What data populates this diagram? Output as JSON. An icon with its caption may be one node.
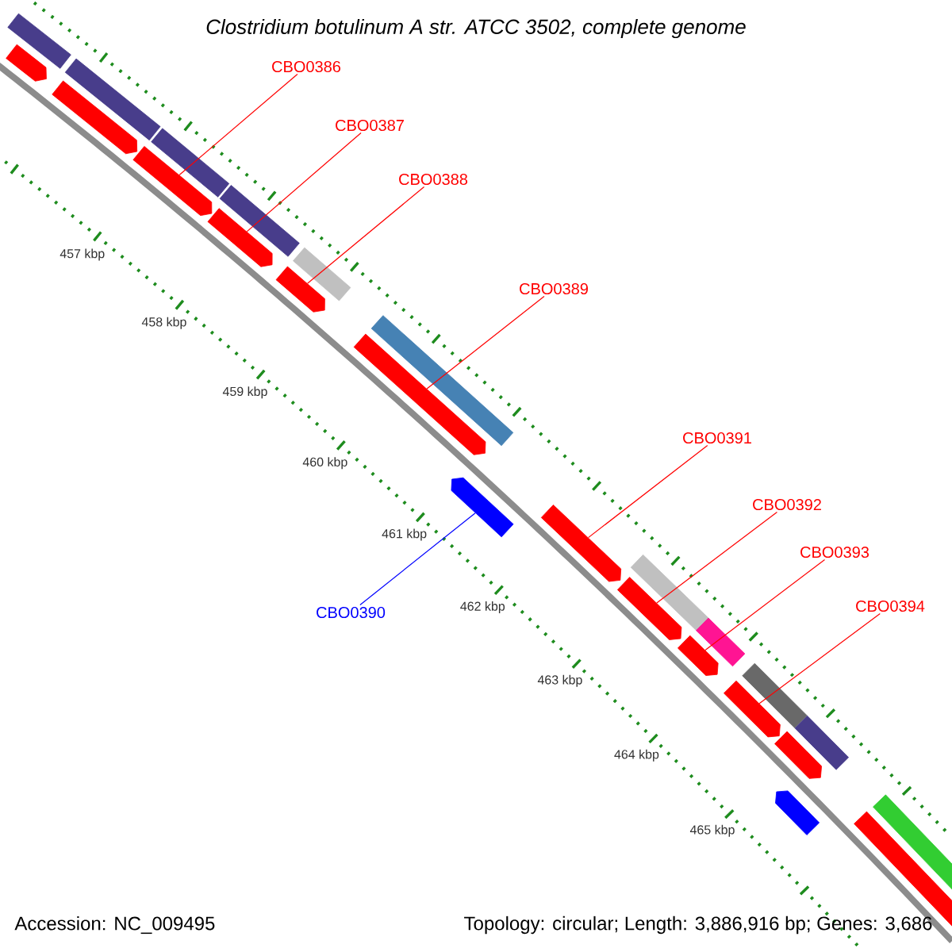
{
  "diagram": {
    "title": "Clostridium botulinum A str. ATCC 3502, complete genome",
    "nodes": [
      {
        "text": [
          "CBO0386"
        ]
      },
      {
        "text": [
          "CBO0387"
        ]
      },
      {
        "text": [
          "CBO0388"
        ]
      },
      {
        "text": [
          "CBO0389"
        ]
      },
      {
        "text": [
          "CBO0390"
        ]
      },
      {
        "text": [
          "CBO0391"
        ]
      },
      {
        "text": [
          "CBO0392"
        ]
      },
      {
        "text": [
          "CBO0393"
        ]
      },
      {
        "text": [
          "CBO0394"
        ]
      },
      {
        "text": [],
        "shape": "arrow"
      },
      {
        "text": [],
        "shape": "bar"
      },
      {
        "text": [],
        "shape": "arrow"
      },
      {
        "text": [],
        "shape": "bar"
      },
      {
        "text": [],
        "shape": "arrow"
      },
      {
        "text": [],
        "shape": "bar"
      },
      {
        "text": [],
        "shape": "arrow"
      },
      {
        "text": [],
        "shape": "bar"
      },
      {
        "text": [],
        "shape": "arrow"
      },
      {
        "text": [],
        "shape": "bar"
      },
      {
        "text": [],
        "shape": "arrow"
      },
      {
        "text": [],
        "shape": "bar"
      },
      {
        "text": [],
        "shape": "arrow"
      },
      {
        "text": [],
        "shape": "arrow"
      },
      {
        "text": [],
        "shape": "arrow"
      },
      {
        "text": [],
        "shape": "bar"
      },
      {
        "text": [],
        "shape": "arrow"
      },
      {
        "text": [],
        "shape": "bar"
      },
      {
        "text": [],
        "shape": "arrow"
      },
      {
        "text": [],
        "shape": "bar"
      },
      {
        "text": [],
        "shape": "arrow"
      },
      {
        "text": [],
        "shape": "bar"
      },
      {
        "text": [],
        "shape": "arrow"
      },
      {
        "text": [],
        "shape": "arrow"
      },
      {
        "text": [],
        "shape": "bar"
      }
    ],
    "edges": [
      {
        "from": 0,
        "to": 13,
        "arrow": "none"
      },
      {
        "from": 1,
        "to": 15,
        "arrow": "none"
      },
      {
        "from": 2,
        "to": 17,
        "arrow": "none"
      },
      {
        "from": 3,
        "to": 19,
        "arrow": "none"
      },
      {
        "from": 4,
        "to": 21,
        "arrow": "none",
        "color": "#0000ff"
      },
      {
        "from": 5,
        "to": 22,
        "arrow": "none"
      },
      {
        "from": 6,
        "to": 23,
        "arrow": "none"
      },
      {
        "from": 7,
        "to": 25,
        "arrow": "none"
      },
      {
        "from": 8,
        "to": 27,
        "arrow": "none"
      }
    ],
    "labels": [
      "457 kbp",
      "458 kbp",
      "459 kbp",
      "460 kbp",
      "461 kbp",
      "462 kbp",
      "463 kbp",
      "464 kbp",
      "465 kbp",
      "Accession: NC_009495",
      "Topology: circular; Length: 3,886,916 bp; Genes: 3,686"
    ]
  }
}
